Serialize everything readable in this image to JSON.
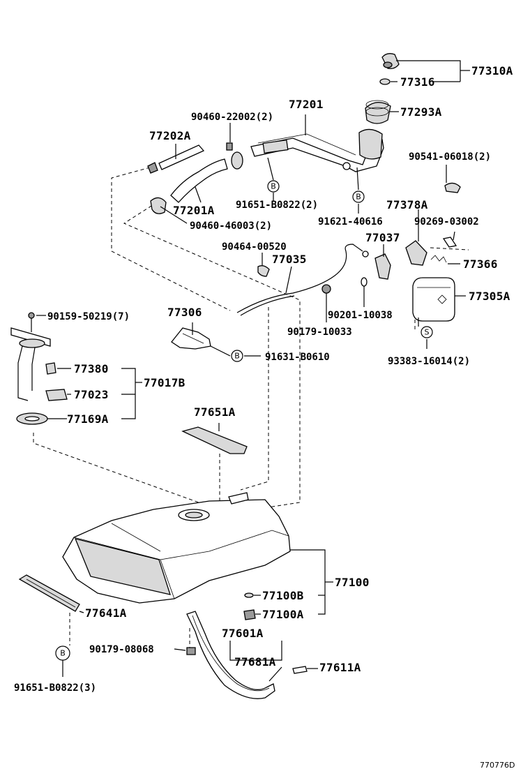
{
  "labels": {
    "p77310A": "77310A",
    "p77316": "77316",
    "p77201": "77201",
    "p90460_22002": "90460-22002(2)",
    "p77293A": "77293A",
    "p77202A": "77202A",
    "p90541_06018": "90541-06018(2)",
    "p91651_B0822_2": "91651-B0822(2)",
    "p77201A": "77201A",
    "p77378A": "77378A",
    "p90460_46003": "90460-46003(2)",
    "p91621_40616": "91621-40616",
    "p90269_03002": "90269-03002",
    "p90464_00520": "90464-00520",
    "p77037": "77037",
    "p77035": "77035",
    "p77366": "77366",
    "p77305A": "77305A",
    "p90159_50219": "90159-50219(7)",
    "p77306": "77306",
    "p90201_10038": "90201-10038",
    "p90179_10033": "90179-10033",
    "p77380": "77380",
    "p77017B": "77017B",
    "p91631_B0610": "91631-B0610",
    "p93383_16014": "93383-16014(2)",
    "p77023": "77023",
    "p77169A": "77169A",
    "p77651A": "77651A",
    "p77100": "77100",
    "p77100B": "77100B",
    "p77100A": "77100A",
    "p77641A": "77641A",
    "p77601A": "77601A",
    "p90179_08068": "90179-08068",
    "p77681A": "77681A",
    "p77611A": "77611A",
    "p91651_B0822_3": "91651-B0822(3)"
  },
  "circle_markers": {
    "b": "B",
    "s": "S"
  },
  "diagram_code": "770776D"
}
